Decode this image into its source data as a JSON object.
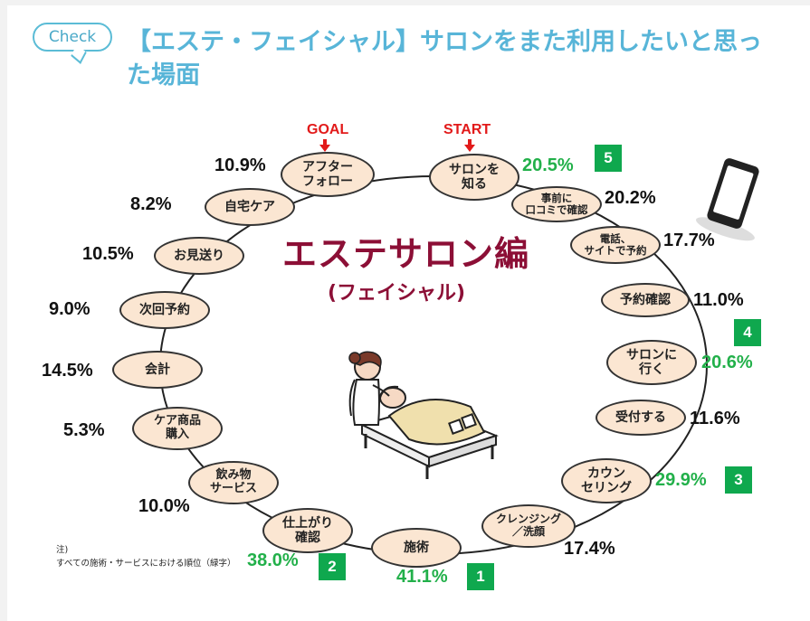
{
  "header": {
    "badge": "Check",
    "title": "【エステ・フェイシャル】サロンをまた利用したいと思った場面"
  },
  "diagram": {
    "main_title": "エステサロン編",
    "sub_title": "(フェイシャル)",
    "goal_label": "GOAL",
    "start_label": "START",
    "steps": [
      {
        "label": "サロンを知る",
        "percent": "20.5%",
        "rank": "5",
        "highlight": true
      },
      {
        "label": "事前に口コミで確認",
        "percent": "20.2%",
        "rank": "",
        "highlight": false
      },
      {
        "label": "電話、サイトで予約",
        "percent": "17.7%",
        "rank": "",
        "highlight": false
      },
      {
        "label": "予約確認",
        "percent": "11.0%",
        "rank": "",
        "highlight": false
      },
      {
        "label": "サロンに行く",
        "percent": "20.6%",
        "rank": "4",
        "highlight": true
      },
      {
        "label": "受付する",
        "percent": "11.6%",
        "rank": "",
        "highlight": false
      },
      {
        "label": "カウンセリング",
        "percent": "29.9%",
        "rank": "3",
        "highlight": true
      },
      {
        "label": "クレンジング／洗顔",
        "percent": "17.4%",
        "rank": "",
        "highlight": false
      },
      {
        "label": "施術",
        "percent": "41.1%",
        "rank": "1",
        "highlight": true
      },
      {
        "label": "仕上がり確認",
        "percent": "38.0%",
        "rank": "2",
        "highlight": true
      },
      {
        "label": "飲み物サービス",
        "percent": "10.0%",
        "rank": "",
        "highlight": false
      },
      {
        "label": "ケア商品購入",
        "percent": "5.3%",
        "rank": "",
        "highlight": false
      },
      {
        "label": "会計",
        "percent": "14.5%",
        "rank": "",
        "highlight": false
      },
      {
        "label": "次回予約",
        "percent": "9.0%",
        "rank": "",
        "highlight": false
      },
      {
        "label": "お見送り",
        "percent": "10.5%",
        "rank": "",
        "highlight": false
      },
      {
        "label": "自宅ケア",
        "percent": "8.2%",
        "rank": "",
        "highlight": false
      },
      {
        "label": "アフターフォロー",
        "percent": "10.9%",
        "rank": "",
        "highlight": false
      }
    ]
  },
  "note": {
    "line1": "注)",
    "line2": "すべての施術・サービスにおける順位（緑字）"
  },
  "colors": {
    "accent_blue": "#58b5d8",
    "highlight_green": "#22b04a",
    "rank_green": "#0fa84e",
    "title_maroon": "#8c0f36",
    "node_fill": "#fbe6d2",
    "marker_red": "#e21a1a"
  }
}
